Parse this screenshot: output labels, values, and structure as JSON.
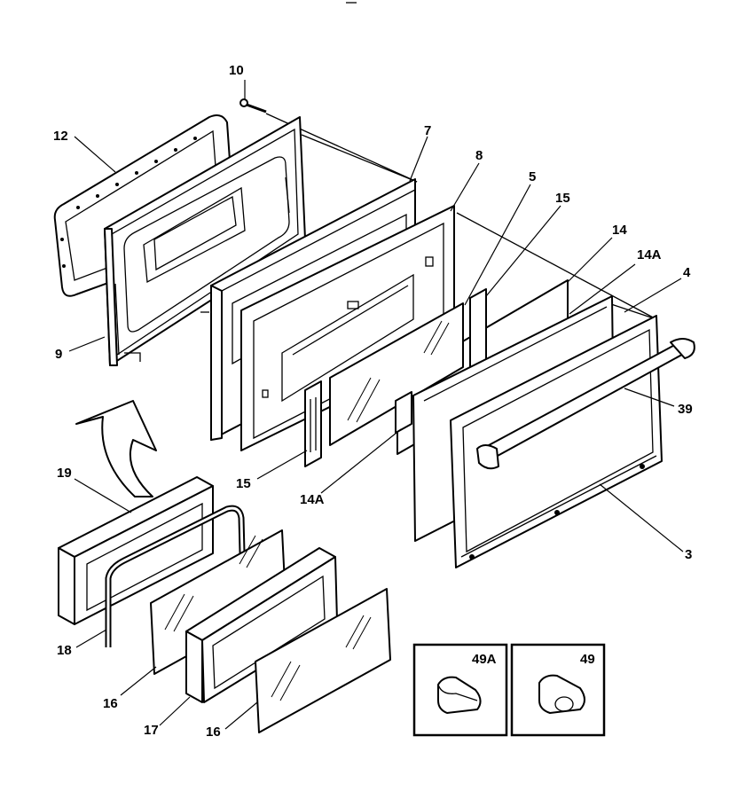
{
  "diagram": {
    "callouts": {
      "c10": "10",
      "c12": "12",
      "c7": "7",
      "c8": "8",
      "c5": "5",
      "c15a": "15",
      "c14": "14",
      "c14a": "14A",
      "c4": "4",
      "c39": "39",
      "c9": "9",
      "c15b": "15",
      "c14a2": "14A",
      "c3": "3",
      "c19": "19",
      "c18": "18",
      "c16a": "16",
      "c17": "17",
      "c16b": "16",
      "c49a": "49A",
      "c49": "49"
    }
  }
}
